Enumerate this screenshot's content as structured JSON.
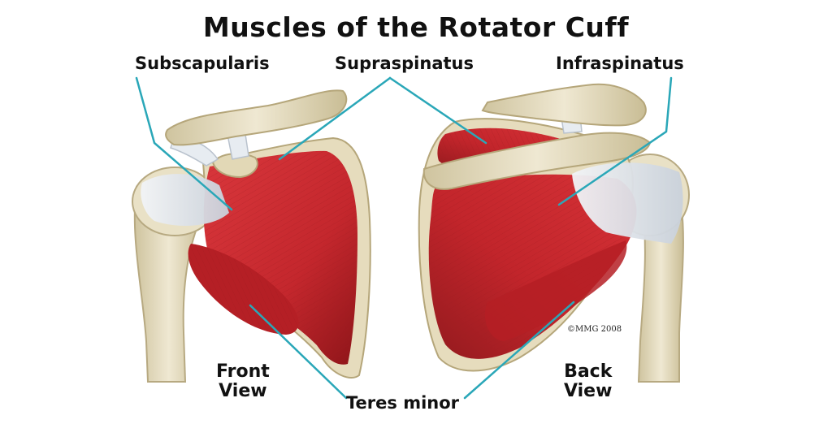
{
  "title": "Muscles of the Rotator Cuff",
  "labels": {
    "subscapularis": "Subscapularis",
    "supraspinatus": "Supraspinatus",
    "infraspinatus": "Infraspinatus",
    "teres_minor": "Teres minor"
  },
  "views": {
    "front": [
      "Front",
      "View"
    ],
    "back": [
      "Back",
      "View"
    ]
  },
  "copyright": "©MMG 2008",
  "colors": {
    "muscle": "#c4272d",
    "muscle_dark": "#8e1519",
    "bone": "#e8dfc3",
    "bone_shadow": "#b9ab82",
    "tendon": "#dde3ea",
    "leader_line": "#2aa7b8"
  }
}
